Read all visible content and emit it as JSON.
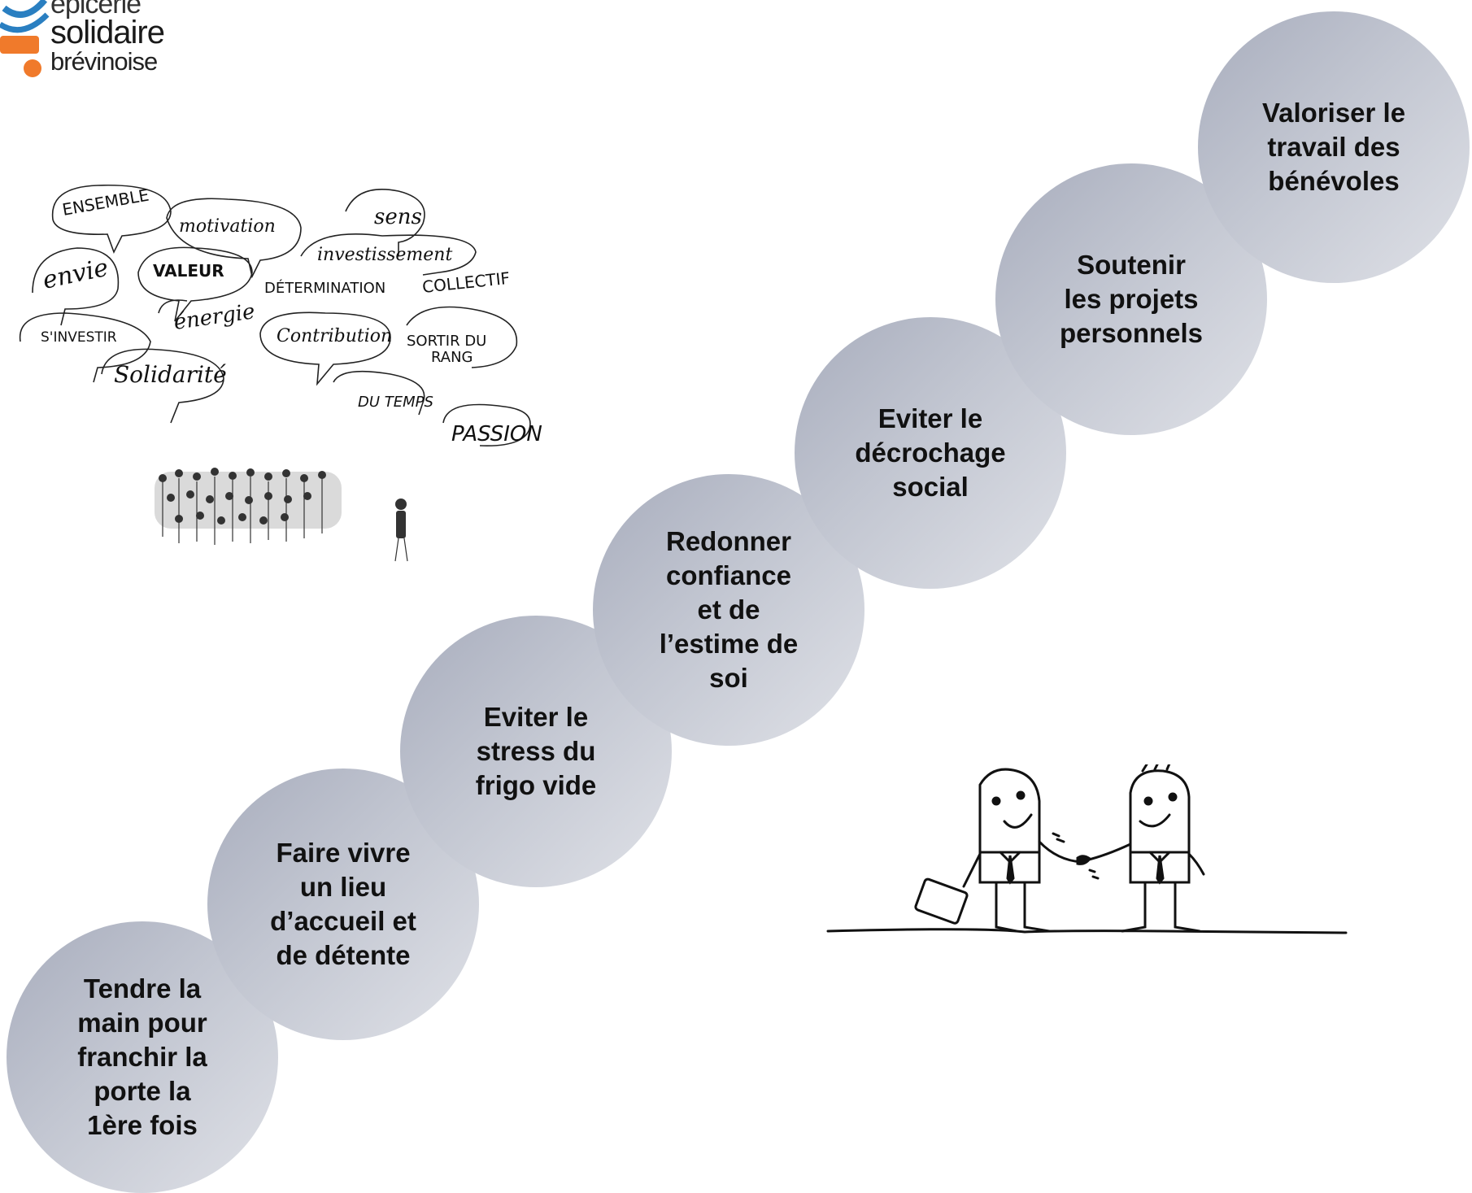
{
  "logo": {
    "line1": "épicerie",
    "line2": "solidaire",
    "line3": "brévinoise"
  },
  "steps": [
    {
      "label": "Tendre la\nmain pour\nfranchir la\nporte la\n1ère fois"
    },
    {
      "label": "Faire vivre\nun lieu\nd’accueil et\nde détente"
    },
    {
      "label": "Eviter le\nstress du\nfrigo vide"
    },
    {
      "label": "Redonner\nconfiance\net de\nl’estime de\nsoi"
    },
    {
      "label": "Eviter le\ndécrochage\nsocial"
    },
    {
      "label": "Soutenir\nles projets\npersonnels"
    },
    {
      "label": "Valoriser le\ntravail des\nbénévoles"
    }
  ],
  "word_cloud": {
    "words": [
      "ENSEMBLE",
      "motivation",
      "sens",
      "investissement",
      "envie",
      "VALEUR",
      "DÉTERMINATION",
      "COLLECTIF",
      "S'INVESTIR",
      "énergie",
      "Contribution",
      "SORTIR DU RANG",
      "Solidarité",
      "DU TEMPS",
      "PASSION"
    ]
  },
  "colors": {
    "circle_dark": "#a8adbd",
    "circle_light": "#dfe1e7",
    "logo_orange": "#f07a2b",
    "logo_blue": "#2a7fc1"
  },
  "illustrations": [
    "crowd-with-speech-bubbles-sketch",
    "handshake-cartoon"
  ]
}
